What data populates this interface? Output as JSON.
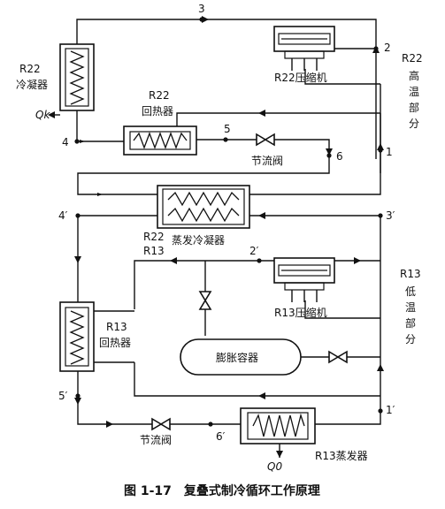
{
  "caption": "图 1-17　复叠式制冷循环工作原理",
  "labels": {
    "r22_condenser": [
      "R22",
      "冷凝器"
    ],
    "qk": "Qk",
    "r22_compressor": "R22压缩机",
    "r22_high_temp": [
      "R22",
      "高",
      "温",
      "部",
      "分"
    ],
    "r22_regen": [
      "R22",
      "回热器"
    ],
    "throttle_upper": "节流阀",
    "cascade_condenser": "蒸发冷凝器",
    "r22_r13": [
      "R22",
      "R13"
    ],
    "r13_compressor": "R13压缩机",
    "r13_low_temp": [
      "R13",
      "低",
      "温",
      "部",
      "分"
    ],
    "r13_regen": [
      "R13",
      "回热器"
    ],
    "expansion_tank": "膨胀容器",
    "throttle_lower": "节流阀",
    "q0": "Q0",
    "r13_evaporator": "R13蒸发器"
  },
  "points": {
    "p3": "3",
    "p2": "2",
    "p4": "4",
    "p5": "5",
    "p6": "6",
    "p1": "1",
    "p4p": "4′",
    "p3p": "3′",
    "p2p": "2′",
    "p5p": "5′",
    "p1p": "1′",
    "p6p": "6′"
  }
}
